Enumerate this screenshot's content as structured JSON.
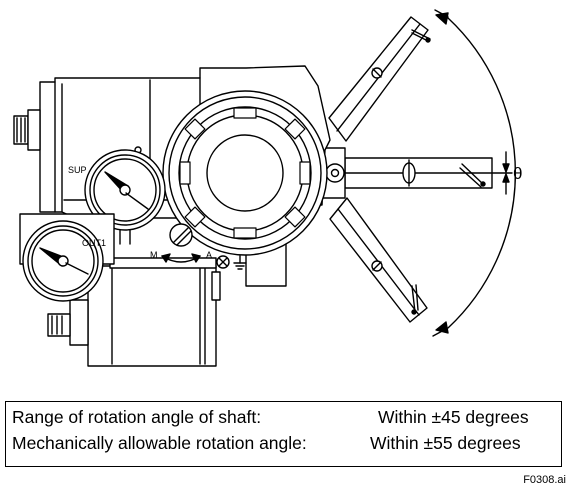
{
  "figure": {
    "angle_symbol": "θ",
    "gauge_labels": {
      "supply": "SUP",
      "output": "OUT1"
    },
    "switch_labels": {
      "manual": "M",
      "auto": "A"
    }
  },
  "specs": [
    {
      "label": "Range of rotation angle of shaft:",
      "value": "Within ±45 degrees"
    },
    {
      "label": "Mechanically allowable rotation angle:",
      "value": "Within ±55 degrees"
    }
  ],
  "file_id": "F0308.ai"
}
